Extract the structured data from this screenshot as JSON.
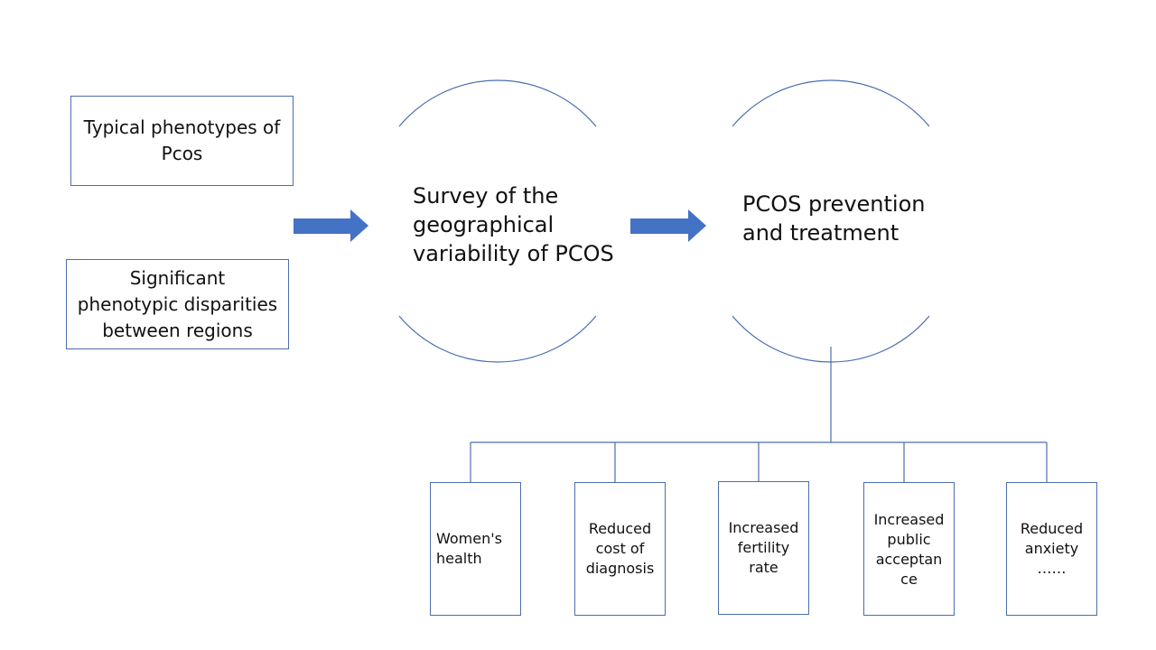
{
  "inputs": {
    "typical": "Typical phenotypes of\nPcos",
    "disparities": "Significant\nphenotypic disparities\nbetween regions"
  },
  "survey": {
    "label": "Survey of the\ngeographical\nvariability of PCOS"
  },
  "prevention": {
    "label": "PCOS prevention\nand treatment"
  },
  "outcomes": [
    {
      "label": "Women's\nhealth"
    },
    {
      "label": "Reduced\ncost of\ndiagnosis"
    },
    {
      "label": "Increased\nfertility\nrate"
    },
    {
      "label": "Increased\npublic\nacceptan\nce"
    },
    {
      "label": "Reduced\nanxiety\n……"
    }
  ],
  "colors": {
    "stroke": "#4a6fae",
    "arrow": "#4472c4"
  }
}
